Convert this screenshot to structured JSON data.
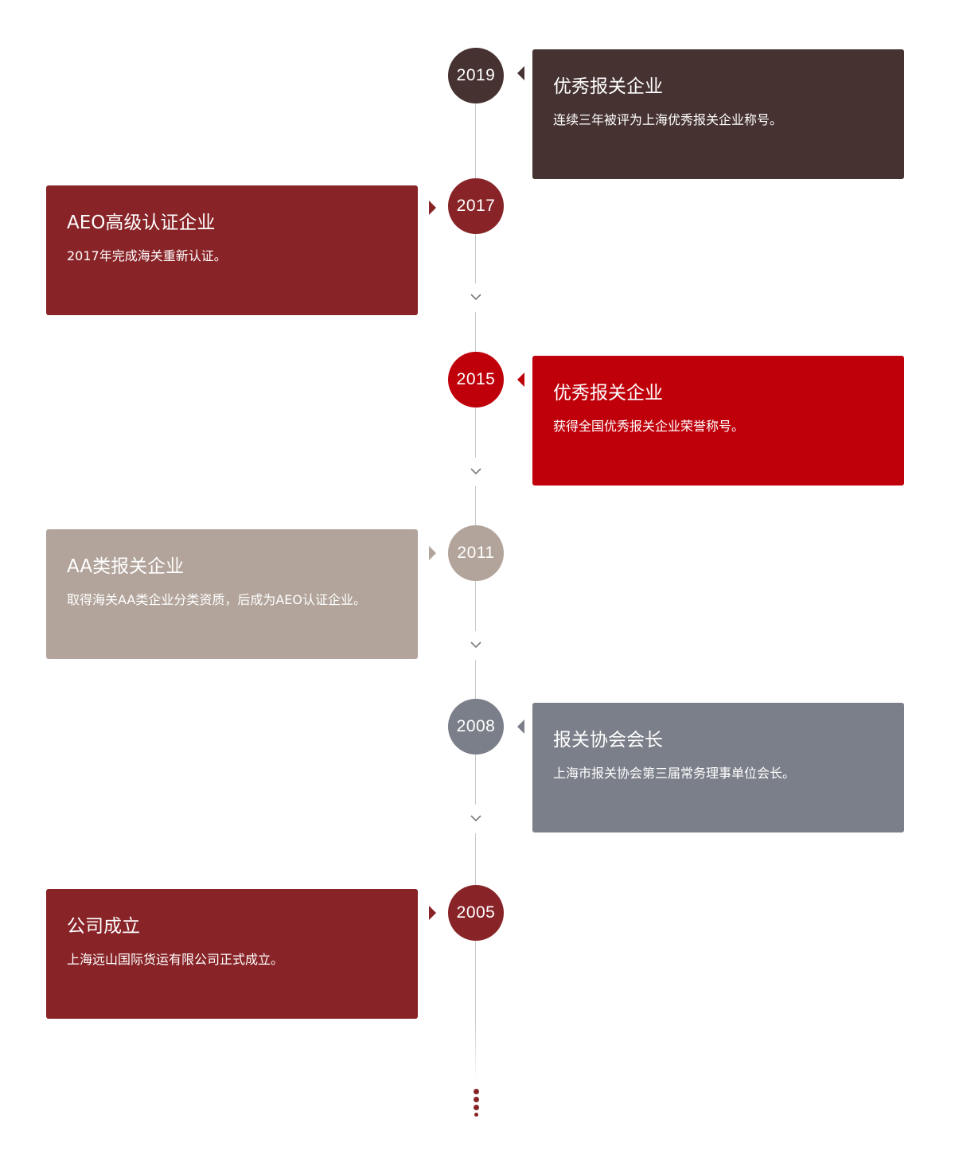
{
  "colors": {
    "dark_brown": "#463231",
    "maroon": "#882428",
    "red": "#bf000b",
    "taupe": "#b2a49b",
    "slate": "#7b7f89",
    "line": "#c8c8c8"
  },
  "timeline": [
    {
      "year": "2019",
      "title": "优秀报关企业",
      "desc": "连续三年被评为上海优秀报关企业称号。"
    },
    {
      "year": "2017",
      "title": "AEO高级认证企业",
      "desc": "2017年完成海关重新认证。"
    },
    {
      "year": "2015",
      "title": "优秀报关企业",
      "desc": "获得全国优秀报关企业荣誉称号。"
    },
    {
      "year": "2011",
      "title": "AA类报关企业",
      "desc": "取得海关AA类企业分类资质，后成为AEO认证企业。"
    },
    {
      "year": "2008",
      "title": "报关协会会长",
      "desc": "上海市报关协会第三届常务理事单位会长。"
    },
    {
      "year": "2005",
      "title": "公司成立",
      "desc": "上海远山国际货运有限公司正式成立。"
    }
  ],
  "icons": {
    "expand": "chevron-down-icon",
    "more": "more-dots-icon"
  }
}
